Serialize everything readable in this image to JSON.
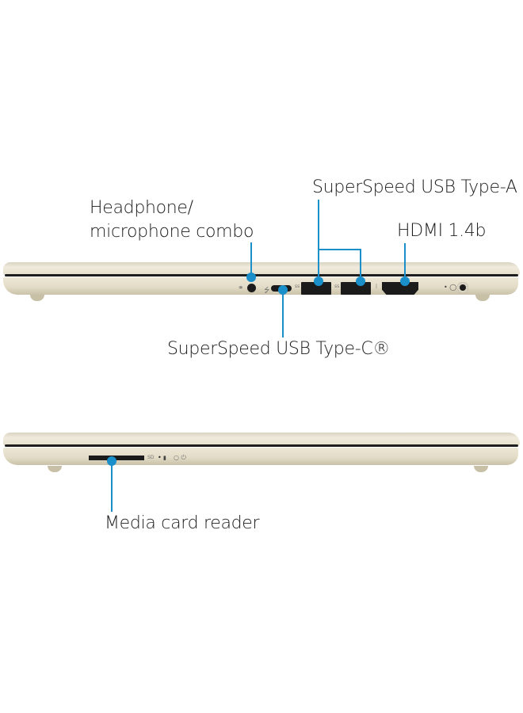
{
  "colors": {
    "callout": "#1a8fc9",
    "chassis": "#e8e2cf",
    "text": "#1c1c1c"
  },
  "top_view": {
    "labels": {
      "headphone_line1": "Headphone/",
      "headphone_line2": "microphone combo",
      "usb_a": "SuperSpeed USB Type-A",
      "hdmi": "HDMI 1.4b",
      "usb_c": "SuperSpeed USB Type-C®"
    },
    "icons": [
      "headphone-icon",
      "usb-icon",
      "usb-ss-icon",
      "usb-ss-icon",
      "hdmi-icon",
      "power-led-icon",
      "power-jack-icon"
    ]
  },
  "bottom_view": {
    "labels": {
      "card_reader": "Media card reader",
      "sd_mark": "SD"
    },
    "icons": [
      "sd-card-slot",
      "status-led-icon",
      "drive-led-icon",
      "power-icon"
    ]
  }
}
